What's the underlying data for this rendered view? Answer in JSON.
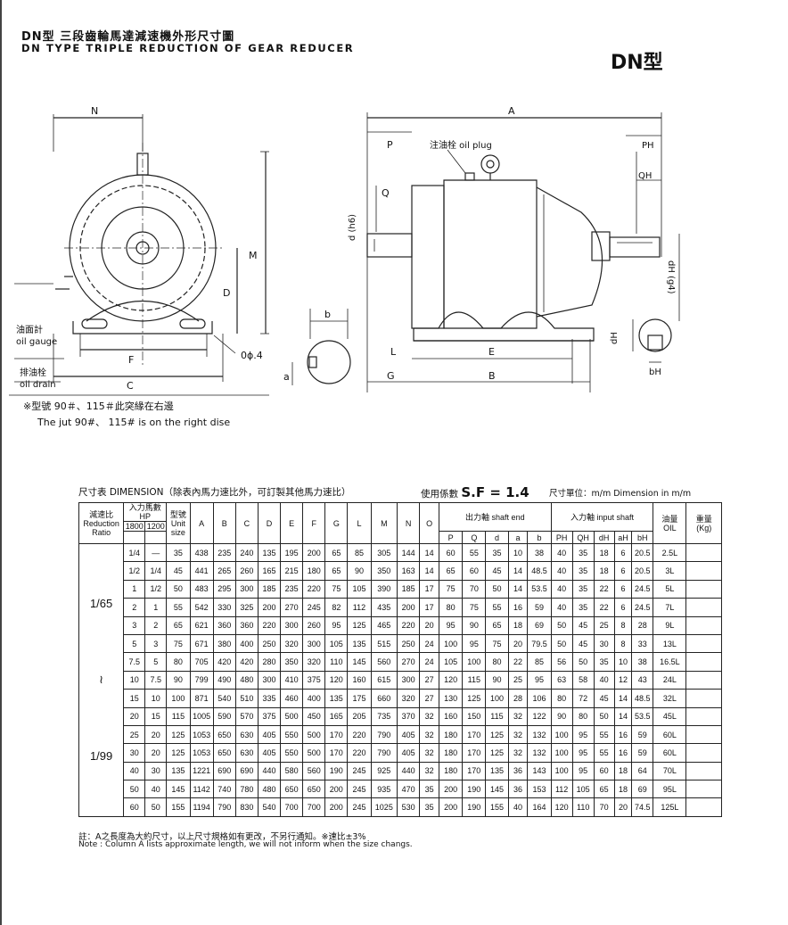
{
  "header": {
    "title_zh": "DN型 三段齒輪馬達減速機外形尺寸圖",
    "title_en": "DN TYPE TRIPLE REDUCTION OF GEAR REDUCER",
    "model_tag": "DN型"
  },
  "drawing_labels": {
    "N": "N",
    "M": "M",
    "D": "D",
    "F": "F",
    "C": "C",
    "phi": "0ϕ.4",
    "oil_gauge_zh": "油面計",
    "oil_gauge_en": "oil gauge",
    "oil_drain_zh": "排油栓",
    "oil_drain_en": "oil drain",
    "A": "A",
    "P": "P",
    "Q": "Q",
    "dh6": "d (h6)",
    "oil_plug": "注油栓 oil plug",
    "PH": "PH",
    "QH": "QH",
    "dHg4": "dH (g4)",
    "b": "b",
    "a": "a",
    "L": "L",
    "E": "E",
    "G": "G",
    "B": "B",
    "dH": "dH",
    "bH": "bH"
  },
  "notes": {
    "jut_zh": "※型號 90＃、115＃此突緣在右邊",
    "jut_en": "The jut 90#、 115# is on the right dise"
  },
  "table_header": {
    "dimension_label": "尺寸表 DIMENSION（除表內馬力速比外，可訂製其他馬力速比）",
    "sf_prefix": "使用係數",
    "sf_value": "S.F = 1.4",
    "unit_label": "尺寸單位：m/m Dimension in m/m"
  },
  "columns": {
    "reduction": "減速比",
    "reduction_en": "Reduction",
    "reduction_ratio": "Ratio",
    "hp_zh": "入力馬數",
    "hp": "HP",
    "hp_1800": "1800",
    "hp_1200": "1200",
    "unit_zh": "型號",
    "unit_en": "Unit",
    "unit_size": "size",
    "dims": [
      "A",
      "B",
      "C",
      "D",
      "E",
      "F",
      "G",
      "L",
      "M",
      "N",
      "O"
    ],
    "output_shaft": "出力軸 shaft end",
    "output_cols": [
      "P",
      "Q",
      "d",
      "a",
      "b"
    ],
    "input_shaft": "入力軸 input shaft",
    "input_cols": [
      "PH",
      "QH",
      "dH",
      "aH",
      "bH"
    ],
    "oil_zh": "油量",
    "oil_en": "OIL",
    "weight_zh": "重量",
    "weight_en": "(Kg)"
  },
  "ratio_labels": {
    "top": "1/65",
    "tilde": "≀",
    "bottom": "1/99"
  },
  "rows": [
    [
      "1/4",
      "—",
      "35",
      "438",
      "235",
      "240",
      "135",
      "195",
      "200",
      "65",
      "85",
      "305",
      "144",
      "14",
      "60",
      "55",
      "35",
      "10",
      "38",
      "40",
      "35",
      "18",
      "6",
      "20.5",
      "2.5L",
      ""
    ],
    [
      "1/2",
      "1/4",
      "45",
      "441",
      "265",
      "260",
      "165",
      "215",
      "180",
      "65",
      "90",
      "350",
      "163",
      "14",
      "65",
      "60",
      "45",
      "14",
      "48.5",
      "40",
      "35",
      "18",
      "6",
      "20.5",
      "3L",
      ""
    ],
    [
      "1",
      "1/2",
      "50",
      "483",
      "295",
      "300",
      "185",
      "235",
      "220",
      "75",
      "105",
      "390",
      "185",
      "17",
      "75",
      "70",
      "50",
      "14",
      "53.5",
      "40",
      "35",
      "22",
      "6",
      "24.5",
      "5L",
      ""
    ],
    [
      "2",
      "1",
      "55",
      "542",
      "330",
      "325",
      "200",
      "270",
      "245",
      "82",
      "112",
      "435",
      "200",
      "17",
      "80",
      "75",
      "55",
      "16",
      "59",
      "40",
      "35",
      "22",
      "6",
      "24.5",
      "7L",
      ""
    ],
    [
      "3",
      "2",
      "65",
      "621",
      "360",
      "360",
      "220",
      "300",
      "260",
      "95",
      "125",
      "465",
      "220",
      "20",
      "95",
      "90",
      "65",
      "18",
      "69",
      "50",
      "45",
      "25",
      "8",
      "28",
      "9L",
      ""
    ],
    [
      "5",
      "3",
      "75",
      "671",
      "380",
      "400",
      "250",
      "320",
      "300",
      "105",
      "135",
      "515",
      "250",
      "24",
      "100",
      "95",
      "75",
      "20",
      "79.5",
      "50",
      "45",
      "30",
      "8",
      "33",
      "13L",
      ""
    ],
    [
      "7.5",
      "5",
      "80",
      "705",
      "420",
      "420",
      "280",
      "350",
      "320",
      "110",
      "145",
      "560",
      "270",
      "24",
      "105",
      "100",
      "80",
      "22",
      "85",
      "56",
      "50",
      "35",
      "10",
      "38",
      "16.5L",
      ""
    ],
    [
      "10",
      "7.5",
      "90",
      "799",
      "490",
      "480",
      "300",
      "410",
      "375",
      "120",
      "160",
      "615",
      "300",
      "27",
      "120",
      "115",
      "90",
      "25",
      "95",
      "63",
      "58",
      "40",
      "12",
      "43",
      "24L",
      ""
    ],
    [
      "15",
      "10",
      "100",
      "871",
      "540",
      "510",
      "335",
      "460",
      "400",
      "135",
      "175",
      "660",
      "320",
      "27",
      "130",
      "125",
      "100",
      "28",
      "106",
      "80",
      "72",
      "45",
      "14",
      "48.5",
      "32L",
      ""
    ],
    [
      "20",
      "15",
      "115",
      "1005",
      "590",
      "570",
      "375",
      "500",
      "450",
      "165",
      "205",
      "735",
      "370",
      "32",
      "160",
      "150",
      "115",
      "32",
      "122",
      "90",
      "80",
      "50",
      "14",
      "53.5",
      "45L",
      ""
    ],
    [
      "25",
      "20",
      "125",
      "1053",
      "650",
      "630",
      "405",
      "550",
      "500",
      "170",
      "220",
      "790",
      "405",
      "32",
      "180",
      "170",
      "125",
      "32",
      "132",
      "100",
      "95",
      "55",
      "16",
      "59",
      "60L",
      ""
    ],
    [
      "30",
      "20",
      "125",
      "1053",
      "650",
      "630",
      "405",
      "550",
      "500",
      "170",
      "220",
      "790",
      "405",
      "32",
      "180",
      "170",
      "125",
      "32",
      "132",
      "100",
      "95",
      "55",
      "16",
      "59",
      "60L",
      ""
    ],
    [
      "40",
      "30",
      "135",
      "1221",
      "690",
      "690",
      "440",
      "580",
      "560",
      "190",
      "245",
      "925",
      "440",
      "32",
      "180",
      "170",
      "135",
      "36",
      "143",
      "100",
      "95",
      "60",
      "18",
      "64",
      "70L",
      ""
    ],
    [
      "50",
      "40",
      "145",
      "1142",
      "740",
      "780",
      "480",
      "650",
      "650",
      "200",
      "245",
      "935",
      "470",
      "35",
      "200",
      "190",
      "145",
      "36",
      "153",
      "112",
      "105",
      "65",
      "18",
      "69",
      "95L",
      ""
    ],
    [
      "60",
      "50",
      "155",
      "1194",
      "790",
      "830",
      "540",
      "700",
      "700",
      "200",
      "245",
      "1025",
      "530",
      "35",
      "200",
      "190",
      "155",
      "40",
      "164",
      "120",
      "110",
      "70",
      "20",
      "74.5",
      "125L",
      ""
    ]
  ],
  "footer": {
    "note_zh": "註：A之長度為大約尺寸，以上尺寸規格如有更改，不另行通知。※速比±3%",
    "note_en": "Note : Column A lists approximate length, we will not inform when the size changs."
  }
}
